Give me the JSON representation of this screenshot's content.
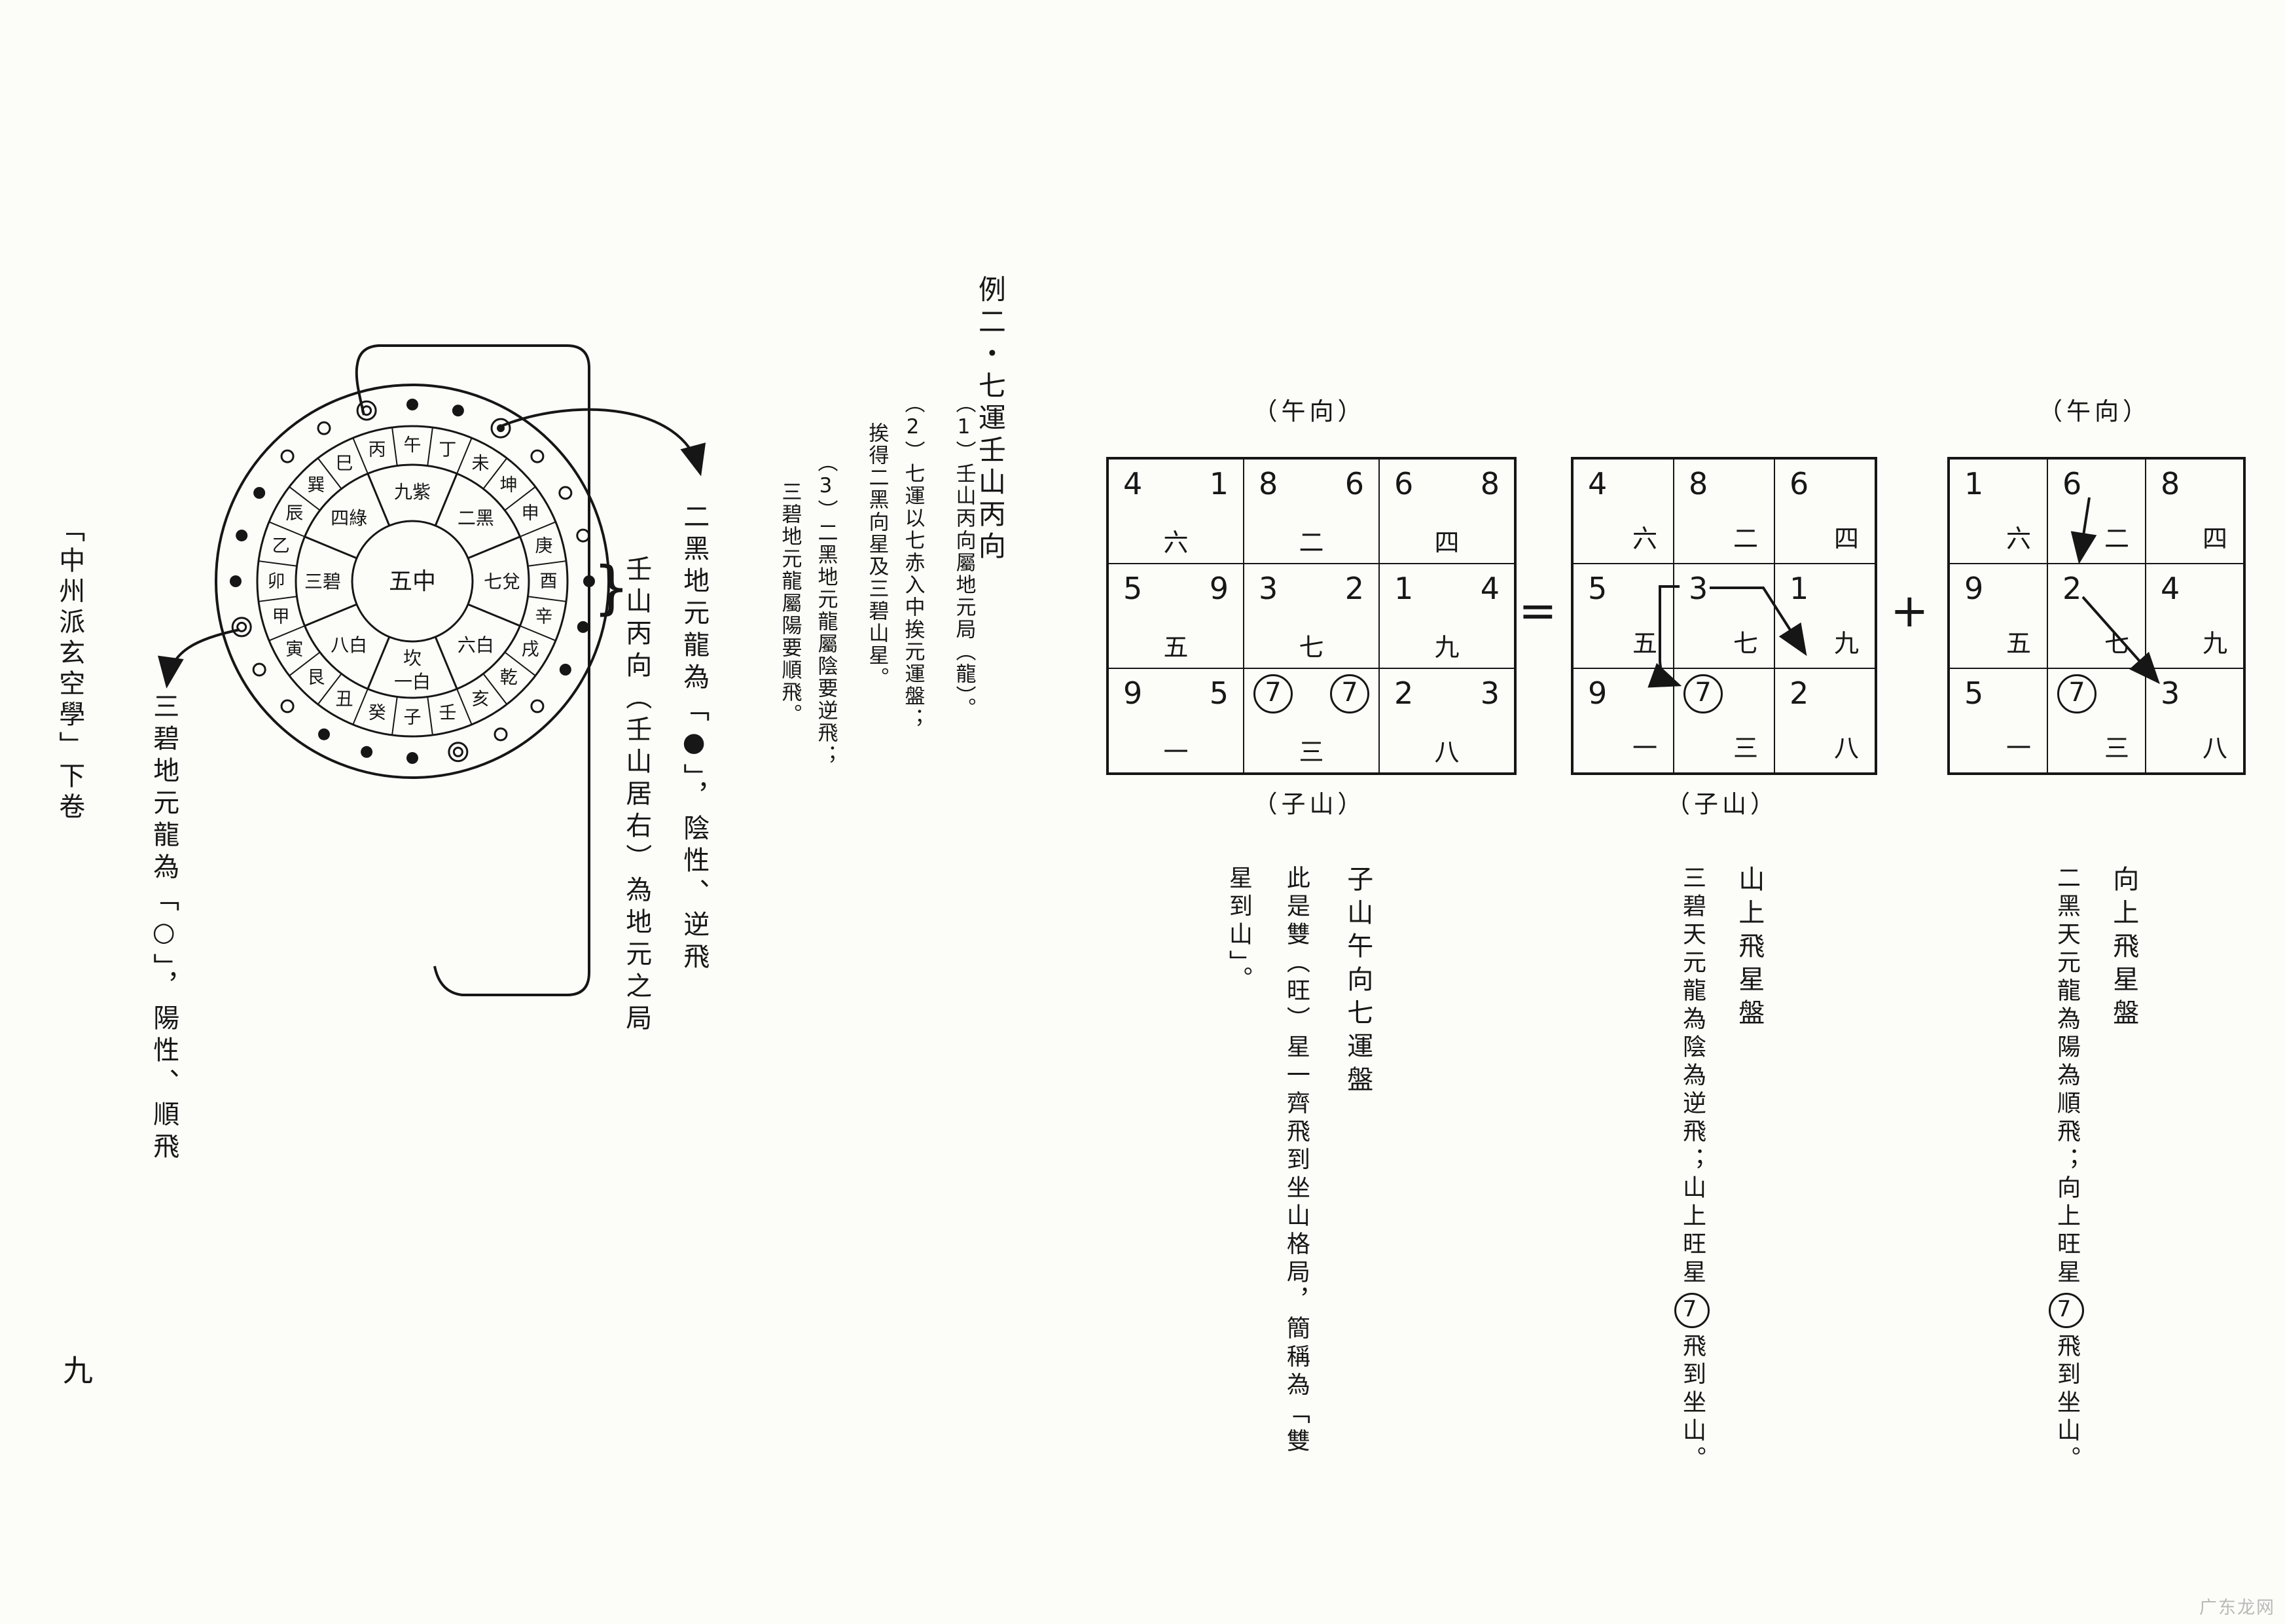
{
  "page": {
    "book_title": "「中州派玄空學」下卷",
    "page_number": "九",
    "watermark": "广东龙网"
  },
  "example": {
    "heading": "例二・七運壬山丙向",
    "note_cols": [
      "（1）壬山丙向屬地元局（龍）。",
      "（2）七運以七赤入中挨元運盤；",
      "挨得二黑向星及三碧山星。",
      "（3）二黑地元龍屬陰要逆飛；",
      "三碧地元龍屬陽要順飛。"
    ]
  },
  "compass": {
    "center_label": "五中",
    "annotation_right": "二黑地元龍為「●」，陰性、逆飛",
    "annotation_middle": "壬山丙向（壬山居右）為地元之局",
    "annotation_left": "三碧地元龍為「○」，陽性、順飛",
    "brace": "}",
    "palaces": [
      {
        "trigram": "",
        "label": "九紫",
        "angle": -90
      },
      {
        "trigram": "",
        "label": "二黑",
        "angle": -45
      },
      {
        "trigram": "",
        "label": "七兌",
        "angle": 0
      },
      {
        "trigram": "",
        "label": "六白",
        "angle": 45
      },
      {
        "trigram": "坎",
        "label": "一白",
        "angle": 90
      },
      {
        "trigram": "",
        "label": "八白",
        "angle": 135
      },
      {
        "trigram": "",
        "label": "三碧",
        "angle": 180
      },
      {
        "trigram": "",
        "label": "四綠",
        "angle": -135
      }
    ],
    "mountains": [
      {
        "name": "子",
        "angle": 90,
        "polarity": "yin",
        "marked": false
      },
      {
        "name": "壬",
        "angle": 75,
        "polarity": "yang",
        "marked": true
      },
      {
        "name": "亥",
        "angle": 60,
        "polarity": "yang",
        "marked": false
      },
      {
        "name": "乾",
        "angle": 45,
        "polarity": "yang",
        "marked": false
      },
      {
        "name": "戌",
        "angle": 30,
        "polarity": "yin",
        "marked": false
      },
      {
        "name": "辛",
        "angle": 15,
        "polarity": "yin",
        "marked": false
      },
      {
        "name": "酉",
        "angle": 0,
        "polarity": "yin",
        "marked": false
      },
      {
        "name": "庚",
        "angle": -15,
        "polarity": "yang",
        "marked": false
      },
      {
        "name": "申",
        "angle": -30,
        "polarity": "yang",
        "marked": false
      },
      {
        "name": "坤",
        "angle": -45,
        "polarity": "yang",
        "marked": false
      },
      {
        "name": "未",
        "angle": -60,
        "polarity": "yin",
        "marked": true
      },
      {
        "name": "丁",
        "angle": -75,
        "polarity": "yin",
        "marked": false
      },
      {
        "name": "午",
        "angle": -90,
        "polarity": "yin",
        "marked": false
      },
      {
        "name": "丙",
        "angle": -105,
        "polarity": "yang",
        "marked": true
      },
      {
        "name": "巳",
        "angle": -120,
        "polarity": "yang",
        "marked": false
      },
      {
        "name": "巽",
        "angle": -135,
        "polarity": "yang",
        "marked": false
      },
      {
        "name": "辰",
        "angle": -150,
        "polarity": "yin",
        "marked": false
      },
      {
        "name": "乙",
        "angle": -165,
        "polarity": "yin",
        "marked": false
      },
      {
        "name": "卯",
        "angle": 180,
        "polarity": "yin",
        "marked": false
      },
      {
        "name": "甲",
        "angle": 165,
        "polarity": "yang",
        "marked": true
      },
      {
        "name": "寅",
        "angle": 150,
        "polarity": "yang",
        "marked": false
      },
      {
        "name": "艮",
        "angle": 135,
        "polarity": "yang",
        "marked": false
      },
      {
        "name": "丑",
        "angle": 120,
        "polarity": "yin",
        "marked": false
      },
      {
        "name": "癸",
        "angle": 105,
        "polarity": "yin",
        "marked": false
      }
    ]
  },
  "operators": {
    "equals": "=",
    "plus": "+"
  },
  "grids": [
    {
      "top_label": "（午向）",
      "bottom_label": "（子山）",
      "cells": [
        {
          "a": "4",
          "b": "1",
          "p": "六"
        },
        {
          "a": "8",
          "b": "6",
          "p": "二"
        },
        {
          "a": "6",
          "b": "8",
          "p": "四"
        },
        {
          "a": "5",
          "b": "9",
          "p": "五"
        },
        {
          "a": "3",
          "b": "2",
          "p": "七"
        },
        {
          "a": "1",
          "b": "4",
          "p": "九"
        },
        {
          "a": "9",
          "b": "5",
          "p": "一"
        },
        {
          "a": "7",
          "b": "7",
          "p": "三",
          "ac": true,
          "bc": true
        },
        {
          "a": "2",
          "b": "3",
          "p": "八"
        }
      ],
      "caption_head": "子山午向七運盤",
      "caption_cols": [
        "此是雙（旺）星一齊飛到坐山格局，簡稱為「雙",
        "星到山」。"
      ]
    },
    {
      "bottom_label": "（子山）",
      "cells": [
        {
          "a": "4",
          "p": "六"
        },
        {
          "a": "8",
          "p": "二"
        },
        {
          "a": "6",
          "p": "四"
        },
        {
          "a": "5",
          "p": "五"
        },
        {
          "a": "3",
          "p": "七"
        },
        {
          "a": "1",
          "p": "九"
        },
        {
          "a": "9",
          "p": "一"
        },
        {
          "a": "7",
          "p": "三",
          "ac": true
        },
        {
          "a": "2",
          "p": "八"
        }
      ],
      "caption_head": "山上飛星盤",
      "caption_pre": "三碧天元龍為陰為逆飛；山上旺星",
      "caption_star": "7",
      "caption_post": "飛到坐山。"
    },
    {
      "top_label": "（午向）",
      "cells": [
        {
          "a": "1",
          "p": "六"
        },
        {
          "a": "6",
          "p": "二"
        },
        {
          "a": "8",
          "p": "四"
        },
        {
          "a": "9",
          "p": "五"
        },
        {
          "a": "2",
          "p": "七"
        },
        {
          "a": "4",
          "p": "九"
        },
        {
          "a": "5",
          "p": "一"
        },
        {
          "a": "7",
          "p": "三",
          "ac": true
        },
        {
          "a": "3",
          "p": "八"
        }
      ],
      "caption_head": "向上飛星盤",
      "caption_pre": "二黑天元龍為陽為順飛；向上旺星",
      "caption_star": "7",
      "caption_post": "飛到坐山。"
    }
  ]
}
